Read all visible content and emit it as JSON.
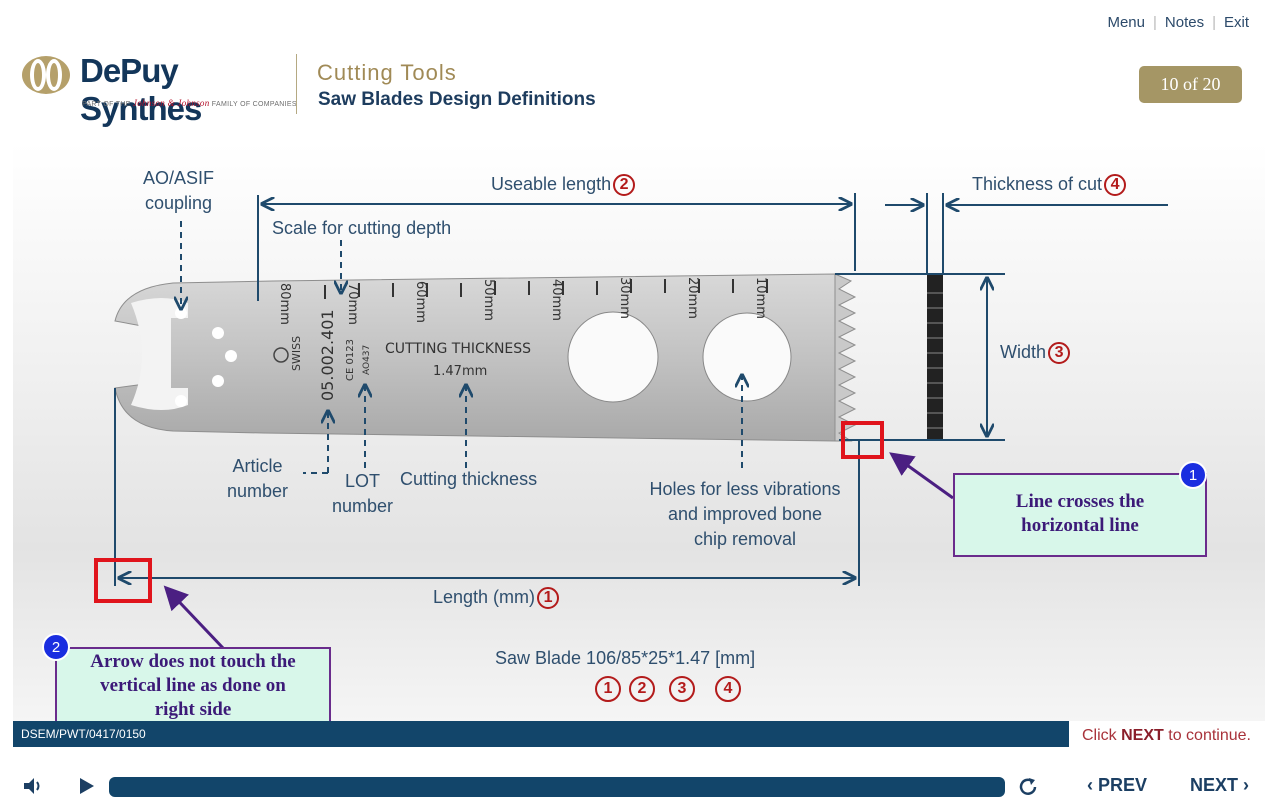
{
  "toplinks": {
    "menu": "Menu",
    "notes": "Notes",
    "exit": "Exit"
  },
  "logo": {
    "name": "DePuy Synthes",
    "sub_prefix": "PART OF THE",
    "sub_brand": "Johnson & Johnson",
    "sub_suffix": "FAMILY OF COMPANIES"
  },
  "header": {
    "title": "Cutting Tools",
    "subtitle": "Saw Blades Design Definitions",
    "page": "10 of 20"
  },
  "diagram": {
    "labels": {
      "coupling_1": "AO/ASIF",
      "coupling_2": "coupling",
      "useable_length": "Useable length",
      "useable_length_num": "2",
      "thickness_of_cut": "Thickness of cut",
      "thickness_of_cut_num": "4",
      "scale": "Scale for cutting depth",
      "width": "Width",
      "width_num": "3",
      "article_1": "Article",
      "article_2": "number",
      "lot_1": "LOT",
      "lot_2": "number",
      "cutting_thickness": "Cutting thickness",
      "holes_1": "Holes for less vibrations",
      "holes_2": "and improved bone",
      "holes_3": "chip removal",
      "length": "Length (mm)",
      "length_num": "1",
      "saw_blade": "Saw Blade 106/85*25*1.47 [mm]",
      "nums": [
        "1",
        "2",
        "3",
        "4"
      ]
    },
    "blade": {
      "scale_ticks": [
        "80mm",
        "70mm",
        "60mm",
        "50mm",
        "40mm",
        "30mm",
        "20mm",
        "10mm"
      ],
      "swiss": "SWISS",
      "article": "05.002.401",
      "ce": "CE 0123",
      "lot": "AO437",
      "cutting_thickness_1": "CUTTING THICKNESS",
      "cutting_thickness_2": "1.47mm"
    }
  },
  "callouts": [
    {
      "num": "1",
      "text_1": "Line crosses the",
      "text_2": "horizontal line"
    },
    {
      "num": "2",
      "text_1": "Arrow does not touch the",
      "text_2": "vertical line as done on",
      "text_3": "right side"
    }
  ],
  "footer": {
    "code": "DSEM/PWT/0417/0150",
    "click_prefix": "Click",
    "click_next": "NEXT",
    "click_suffix": "to continue.",
    "prev": "PREV",
    "next": "NEXT"
  }
}
